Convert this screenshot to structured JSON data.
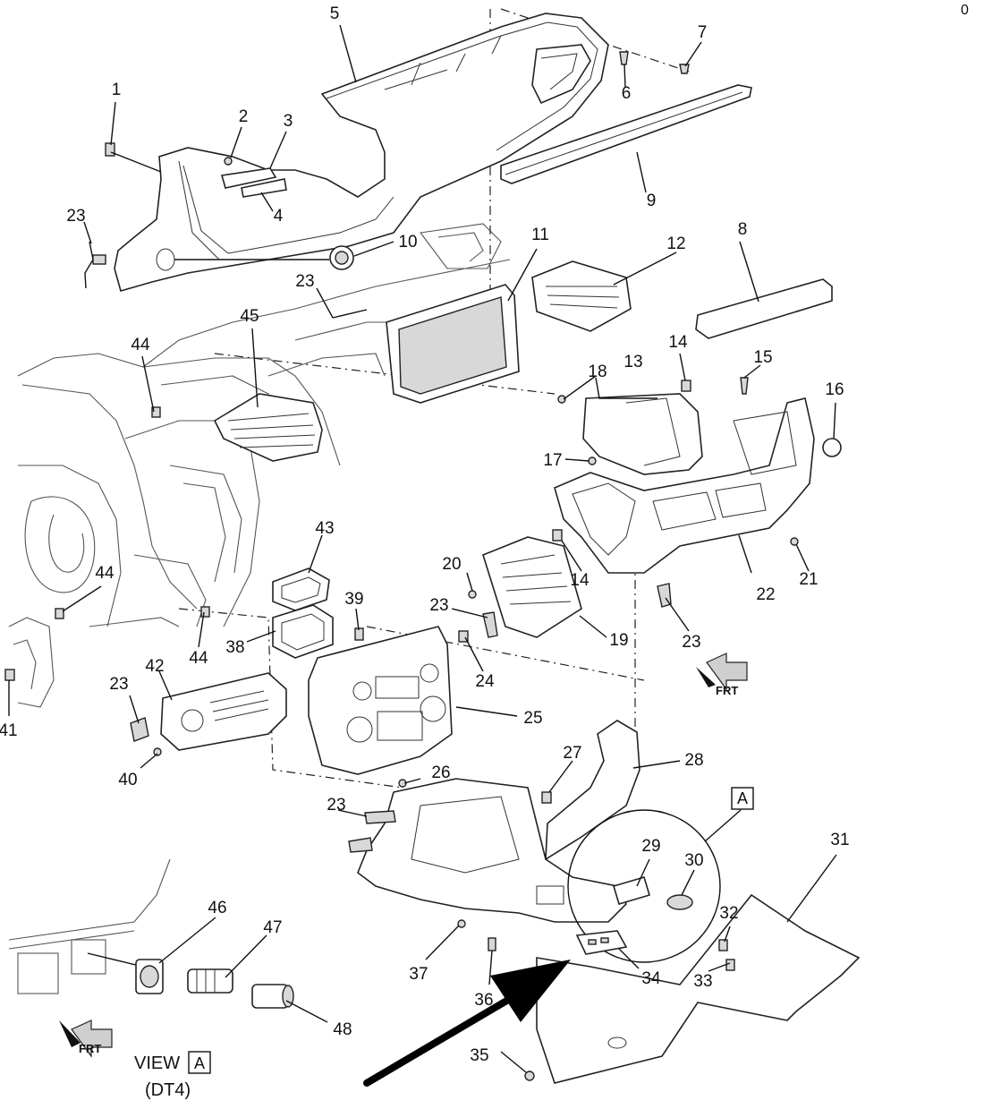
{
  "diagram": {
    "corner_mark": "0",
    "view_label": "VIEW",
    "view_ref": "A",
    "view_code": "(DT4)",
    "detail_ref": "A",
    "frt_label": "FRT",
    "callouts": [
      {
        "id": "c1",
        "text": "1"
      },
      {
        "id": "c2",
        "text": "2"
      },
      {
        "id": "c3",
        "text": "3"
      },
      {
        "id": "c4",
        "text": "4"
      },
      {
        "id": "c5",
        "text": "5"
      },
      {
        "id": "c6",
        "text": "6"
      },
      {
        "id": "c7",
        "text": "7"
      },
      {
        "id": "c8",
        "text": "8"
      },
      {
        "id": "c9",
        "text": "9"
      },
      {
        "id": "c10",
        "text": "10"
      },
      {
        "id": "c11",
        "text": "11"
      },
      {
        "id": "c12",
        "text": "12"
      },
      {
        "id": "c13",
        "text": "13"
      },
      {
        "id": "c14a",
        "text": "14"
      },
      {
        "id": "c14b",
        "text": "14"
      },
      {
        "id": "c15",
        "text": "15"
      },
      {
        "id": "c16",
        "text": "16"
      },
      {
        "id": "c17",
        "text": "17"
      },
      {
        "id": "c18",
        "text": "18"
      },
      {
        "id": "c19",
        "text": "19"
      },
      {
        "id": "c20",
        "text": "20"
      },
      {
        "id": "c21",
        "text": "21"
      },
      {
        "id": "c22",
        "text": "22"
      },
      {
        "id": "c23a",
        "text": "23"
      },
      {
        "id": "c23b",
        "text": "23"
      },
      {
        "id": "c23c",
        "text": "23"
      },
      {
        "id": "c23d",
        "text": "23"
      },
      {
        "id": "c23e",
        "text": "23"
      },
      {
        "id": "c23f",
        "text": "23"
      },
      {
        "id": "c24",
        "text": "24"
      },
      {
        "id": "c25",
        "text": "25"
      },
      {
        "id": "c26",
        "text": "26"
      },
      {
        "id": "c27",
        "text": "27"
      },
      {
        "id": "c28",
        "text": "28"
      },
      {
        "id": "c29",
        "text": "29"
      },
      {
        "id": "c30",
        "text": "30"
      },
      {
        "id": "c31",
        "text": "31"
      },
      {
        "id": "c32",
        "text": "32"
      },
      {
        "id": "c33",
        "text": "33"
      },
      {
        "id": "c34",
        "text": "34"
      },
      {
        "id": "c35",
        "text": "35"
      },
      {
        "id": "c36",
        "text": "36"
      },
      {
        "id": "c37",
        "text": "37"
      },
      {
        "id": "c38",
        "text": "38"
      },
      {
        "id": "c39",
        "text": "39"
      },
      {
        "id": "c40",
        "text": "40"
      },
      {
        "id": "c41",
        "text": "41"
      },
      {
        "id": "c42",
        "text": "42"
      },
      {
        "id": "c43",
        "text": "43"
      },
      {
        "id": "c44a",
        "text": "44"
      },
      {
        "id": "c44b",
        "text": "44"
      },
      {
        "id": "c44c",
        "text": "44"
      },
      {
        "id": "c45",
        "text": "45"
      },
      {
        "id": "c46",
        "text": "46"
      },
      {
        "id": "c47",
        "text": "47"
      },
      {
        "id": "c48",
        "text": "48"
      }
    ]
  }
}
